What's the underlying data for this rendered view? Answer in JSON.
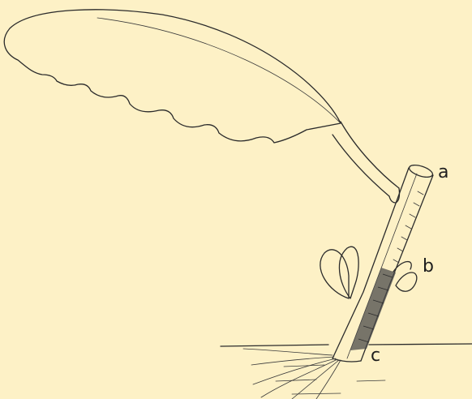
{
  "figure": {
    "labels": {
      "a": "a",
      "b": "b",
      "c": "c"
    },
    "colors": {
      "background": "#fdf1c6",
      "ink": "#2b2b2b"
    }
  }
}
